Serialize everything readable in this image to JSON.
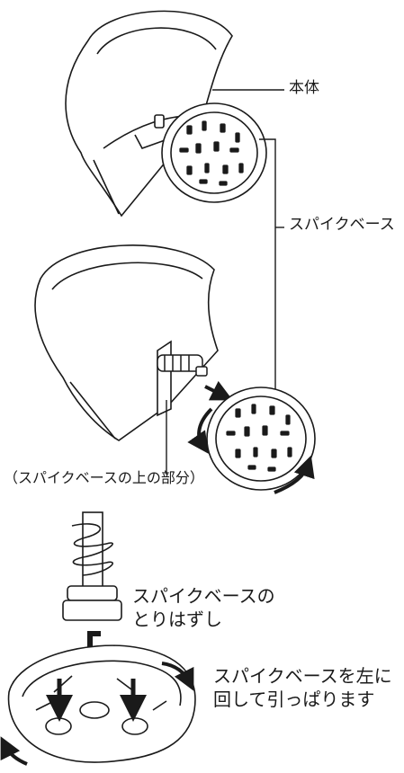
{
  "labels": {
    "main_body": "本体",
    "spike_base": "スパイクベース",
    "spike_base_upper": "（スパイクベースの上の部分）",
    "removal_title": [
      "スパイクベースの",
      "とりはずし"
    ],
    "instruction": [
      "スパイクベースを左に",
      "回して引っぱります"
    ]
  },
  "colors": {
    "line": "#1a1a1a",
    "fill": "#ffffff",
    "arrow": "#1a1a1a",
    "text": "#1a1a1a"
  }
}
